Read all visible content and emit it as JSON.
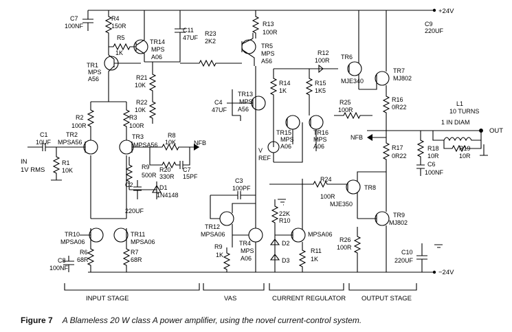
{
  "rails": {
    "positive": "+24V",
    "negative": "−24V"
  },
  "signals": {
    "input": "IN",
    "input_level": "1V RMS",
    "output": "OUT",
    "nfb": "NFB",
    "nfb2": "NFB",
    "vref": "V",
    "vref2": "REF"
  },
  "components": {
    "c7": "C7",
    "c7v": "100NF",
    "r4": "R4",
    "r4v": "150R",
    "r5": "R5",
    "r5v": "1K",
    "tr14": "TR14",
    "tr14t": "MPS",
    "tr14t2": "A06",
    "c11": "C11",
    "c11v": "47UF",
    "r23": "R23",
    "r23v": "2K2",
    "r13": "R13",
    "r13v": "100R",
    "c9": "C9",
    "c9v": "220UF",
    "tr5": "TR5",
    "tr5t": "MPS",
    "tr5t2": "A56",
    "r12": "R12",
    "r12v": "100R",
    "tr6": "TR6",
    "tr6t": "MJE340",
    "tr7": "TR7",
    "tr7t": "MJ802",
    "tr1": "TR1",
    "tr1t": "MPS",
    "tr1t2": "A56",
    "r21": "R21",
    "r21v": "10K",
    "r22": "R22",
    "r22v": "10K",
    "r14": "R14",
    "r14v": "1K",
    "r15": "R15",
    "r15v": "1K5",
    "tr13": "TR13",
    "tr13t": "MPS",
    "tr13t2": "A56",
    "c4": "C4",
    "c4v": "47UF",
    "r25": "R25",
    "r25v": "100R",
    "r16": "R16",
    "r16v": "0R22",
    "l1": "L1",
    "l1a": "10 TURNS",
    "l1b": "1 IN DIAM",
    "r2": "R2",
    "r2v": "100R",
    "r3": "R3",
    "r3v": "100R",
    "c1": "C1",
    "c1v": "10UF",
    "tr2": "TR2",
    "tr2t": "MPSA56",
    "tr3": "TR3",
    "tr3t": "MPSA56",
    "r8": "R8",
    "r8v": "10K",
    "tr15": "TR15",
    "tr15t": "MPS",
    "tr15t2": "A06",
    "tr16": "TR16",
    "tr16t": "MPS",
    "tr16t2": "A06",
    "r17": "R17",
    "r17v": "0R22",
    "r18": "R18",
    "r18v": "10R",
    "r19": "R19",
    "r19v": "10R",
    "c6": "C6",
    "c6v": "100NF",
    "r1": "R1",
    "r1v": "10K",
    "r9": "R9",
    "r9v": "500R",
    "r20": "R20",
    "r20v": "330R",
    "c7b": "C7",
    "c7bv": "15PF",
    "c2": "C2",
    "d1": "D1",
    "d1v": "1N4148",
    "c2v": "220UF",
    "c3": "C3",
    "c3v": "100PF",
    "r24": "R24",
    "r24v": "100R",
    "tr8": "TR8",
    "tr8t": "MJE350",
    "r10": "R10",
    "r10v": "22K",
    "tr12": "TR12",
    "tr12t": "MPSA06",
    "tr9": "TR9",
    "tr9t": "MJ802",
    "tr10": "TR10",
    "tr10t": "MPSA06",
    "tr11": "TR11",
    "tr11t": "MPSA06",
    "tr17": "",
    "d2": "D2",
    "d3": "D3",
    "r26": "R26",
    "r26v": "100R",
    "r6": "R6",
    "r6v": "68R",
    "r7": "R7",
    "r7v": "68R",
    "c8": "C8",
    "c8v": "100NF",
    "r9b": "R9",
    "r9bv": "1K",
    "tr4": "TR4",
    "tr4t": "MPS",
    "tr4t2": "A06",
    "tr_reg": "MPSA06",
    "r11": "R11",
    "r11v": "1K",
    "c10": "C10",
    "c10v": "220UF"
  },
  "stages": {
    "input": "INPUT STAGE",
    "vas": "VAS",
    "regulator": "CURRENT REGULATOR",
    "output": "OUTPUT STAGE"
  },
  "caption": {
    "figure": "Figure 7",
    "text": "A Blameless 20 W class A power amplifier, using the novel current-control system."
  }
}
